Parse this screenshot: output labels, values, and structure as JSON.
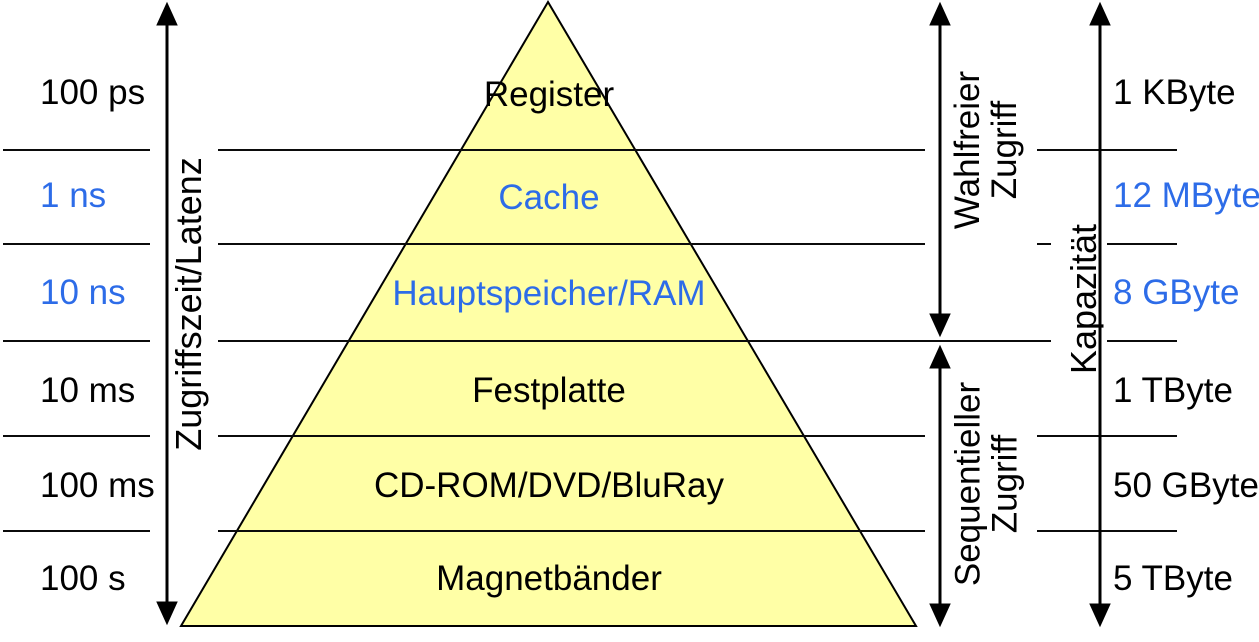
{
  "diagram_colors": {
    "accent_blue": "#2d6ce8",
    "black": "#000000",
    "pyramid_fill": "#ffffa6",
    "line_color": "#0b0b0b"
  },
  "access_time_axis": {
    "label": "Zugriffszeit/Latenz",
    "values": [
      {
        "text": "100 ps",
        "color": "#000000"
      },
      {
        "text": "1 ns",
        "color": "#2d6ce8"
      },
      {
        "text": "10 ns",
        "color": "#2d6ce8"
      },
      {
        "text": "10 ms",
        "color": "#000000"
      },
      {
        "text": "100 ms",
        "color": "#000000"
      },
      {
        "text": "100 s",
        "color": "#000000"
      }
    ]
  },
  "pyramid": {
    "fill": "#ffffa6",
    "levels": [
      {
        "name": "Register",
        "color": "#000000"
      },
      {
        "name": "Cache",
        "color": "#2d6ce8"
      },
      {
        "name": "Hauptspeicher/RAM",
        "color": "#2d6ce8"
      },
      {
        "name": "Festplatte",
        "color": "#000000"
      },
      {
        "name": "CD-ROM/DVD/BluRay",
        "color": "#000000"
      },
      {
        "name": "Magnetbänder",
        "color": "#000000"
      }
    ]
  },
  "access_modes": {
    "random": {
      "line1": "Wahlfreier",
      "line2": "Zugriff"
    },
    "sequential": {
      "line1": "Sequentieller",
      "line2": "Zugriff"
    }
  },
  "capacity_axis": {
    "label": "Kapazität",
    "values": [
      {
        "text": "1 KByte",
        "color": "#000000"
      },
      {
        "text": "12 MByte",
        "color": "#2d6ce8"
      },
      {
        "text": "8 GByte",
        "color": "#2d6ce8"
      },
      {
        "text": "1 TByte",
        "color": "#000000"
      },
      {
        "text": "50 GByte",
        "color": "#000000"
      },
      {
        "text": "5 TByte",
        "color": "#000000"
      }
    ]
  }
}
